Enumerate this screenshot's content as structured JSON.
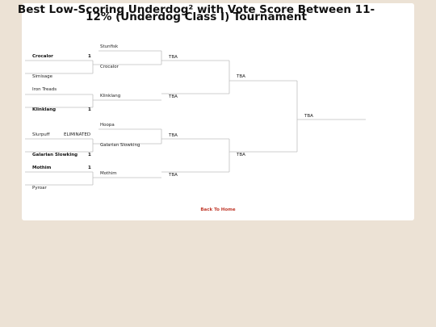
{
  "page": {
    "title": "Best Low-Scoring Underdog² with Vote Score Between 11-12% (Underdog Class I) Tournament",
    "back_link": "Back To Home"
  },
  "bracket": {
    "round1": [
      {
        "name": "Crocalor",
        "seed": "1",
        "bold": true
      },
      {
        "name": "Simisage",
        "seed": "",
        "bold": false
      },
      {
        "name": "Iron Treads",
        "seed": "",
        "bold": false
      },
      {
        "name": "Klinklang",
        "seed": "1",
        "bold": true
      },
      {
        "name": "Slurpuff",
        "seed": "",
        "bold": false,
        "status": "ELIMINATED"
      },
      {
        "name": "Galarian Slowking",
        "seed": "1",
        "bold": true
      },
      {
        "name": "Mothim",
        "seed": "1",
        "bold": true
      },
      {
        "name": "Pyroar",
        "seed": "",
        "bold": false
      }
    ],
    "byes": [
      "Stunfisk",
      "Crocalor",
      "Klinklang",
      "Hoopa",
      "Galarian Slowking",
      "Mothim"
    ],
    "round2": [
      "TBA",
      "TBA",
      "TBA",
      "TBA"
    ],
    "round3": [
      "TBA",
      "TBA"
    ],
    "final": "TBA"
  }
}
